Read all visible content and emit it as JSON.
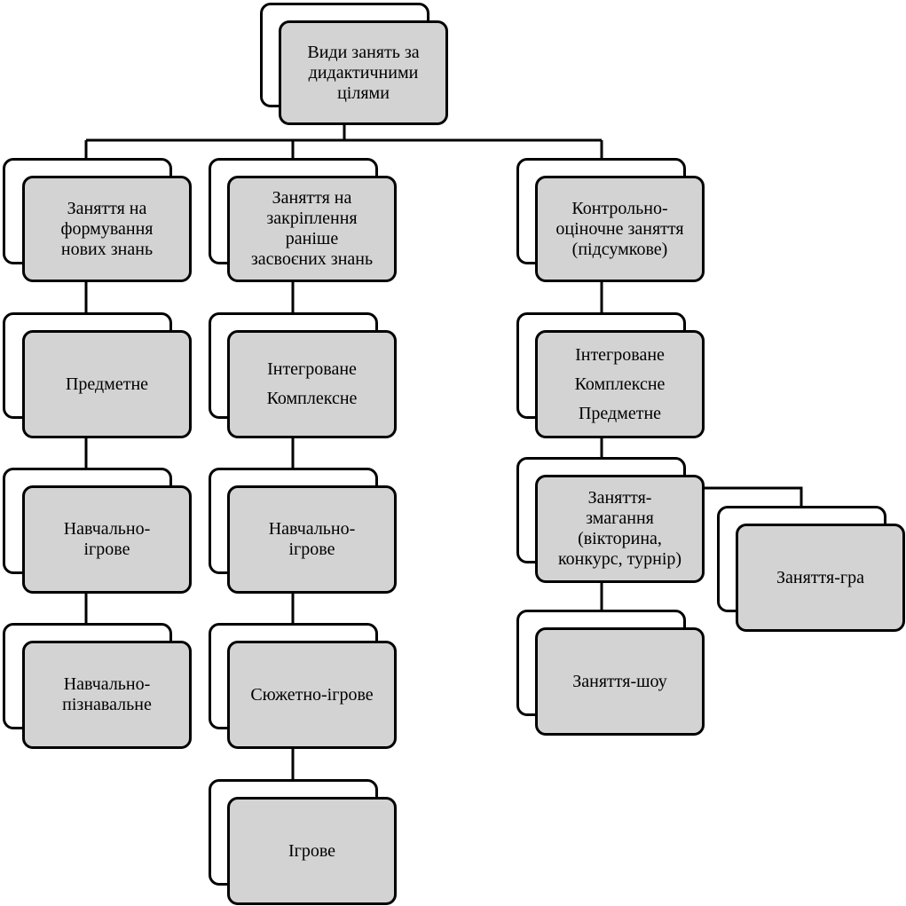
{
  "diagram": {
    "root": {
      "lines": [
        "Види занять за",
        "дидактичними",
        "цілями"
      ]
    },
    "branch_formation": {
      "header": [
        "Заняття на",
        "формування",
        "нових знань"
      ],
      "items": [
        [
          "Предметне"
        ],
        [
          "Навчально-",
          "ігрове"
        ],
        [
          "Навчально-",
          "пізнавальне"
        ]
      ]
    },
    "branch_consolidation": {
      "header": [
        "Заняття на",
        "закріплення",
        "раніше",
        "засвоєних знань"
      ],
      "items": [
        [
          "Інтегроване",
          "Комплексне"
        ],
        [
          "Навчально-",
          "ігрове"
        ],
        [
          "Сюжетно-ігрове"
        ],
        [
          "Ігрове"
        ]
      ]
    },
    "branch_control": {
      "header": [
        "Контрольно-",
        "оціночне заняття",
        "(підсумкове)"
      ],
      "items": [
        [
          "Інтегроване",
          "Комплексне",
          "Предметне"
        ],
        [
          "Заняття-",
          "змагання",
          "(вікторина,",
          "конкурс, турнір)"
        ],
        [
          "Заняття-шоу"
        ]
      ],
      "side_item": [
        "Заняття-гра"
      ]
    }
  }
}
